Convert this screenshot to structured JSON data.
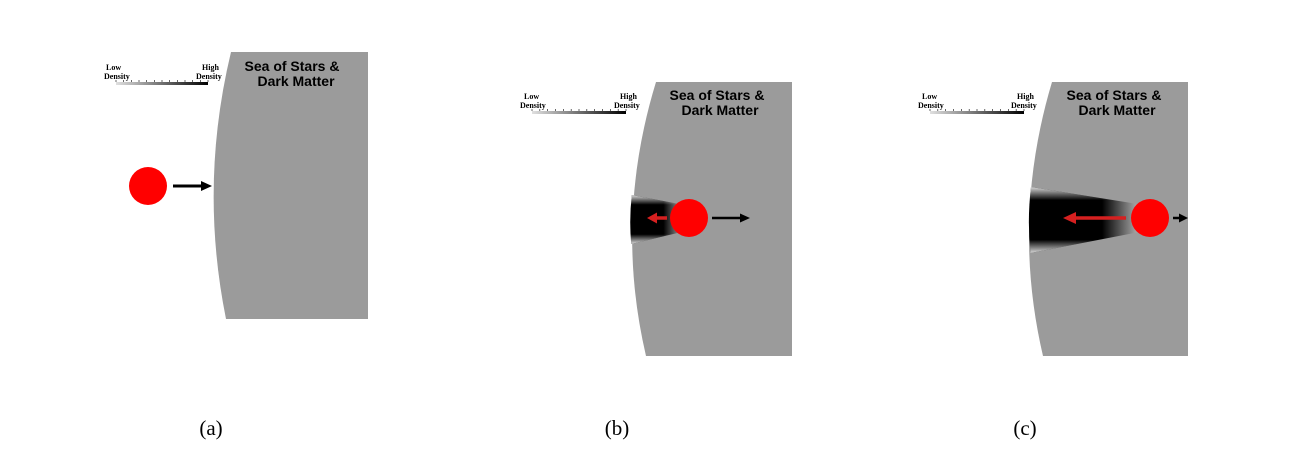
{
  "colors": {
    "background": "#ffffff",
    "region_fill": "#9b9b9b",
    "body_fill": "#ff0000",
    "velocity_arrow": "#000000",
    "drag_arrow": "#d62020",
    "wake_dark": "#000000",
    "wake_light": "#e8e8e8"
  },
  "density_scale": {
    "low_line1": "Low",
    "low_line2": "Density",
    "high_line1": "High",
    "high_line2": "Density"
  },
  "panels": [
    {
      "caption": "(a)",
      "title_line1": "Sea of Stars &",
      "title_line2": "Dark Matter",
      "has_wake": false,
      "has_drag": false,
      "icons": [
        "body-circle-icon",
        "velocity-arrow-icon"
      ]
    },
    {
      "caption": "(b)",
      "title_line1": "Sea of Stars &",
      "title_line2": "Dark Matter",
      "has_wake": true,
      "has_drag": true,
      "icons": [
        "body-circle-icon",
        "velocity-arrow-icon",
        "drag-arrow-icon",
        "wake-cone-icon"
      ]
    },
    {
      "caption": "(c)",
      "title_line1": "Sea of Stars &",
      "title_line2": "Dark Matter",
      "has_wake": true,
      "has_drag": true,
      "icons": [
        "body-circle-icon",
        "velocity-arrow-icon",
        "drag-arrow-icon",
        "wake-cone-icon"
      ]
    }
  ]
}
